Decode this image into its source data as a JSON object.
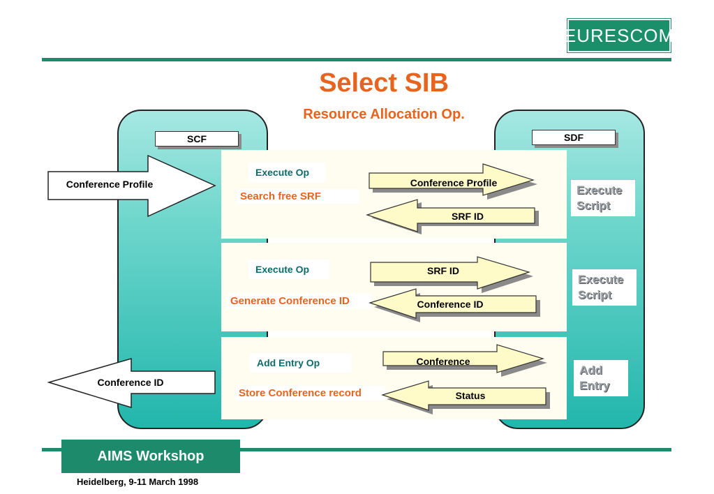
{
  "logo": {
    "text": "EURESCOM"
  },
  "header": {
    "title": "Select SIB",
    "subtitle": "Resource Allocation Op."
  },
  "scf": {
    "label": "SCF"
  },
  "sdf": {
    "label": "SDF"
  },
  "external": {
    "in_label": "Conference Profile",
    "out_label": "Conference ID"
  },
  "bands": [
    {
      "op": "Execute Op",
      "action": "Search free SRF",
      "request": "Conference Profile",
      "response": "SRF ID",
      "sdf_action": "Execute Script"
    },
    {
      "op": "Execute Op",
      "action": "Generate Conference ID",
      "request": "SRF ID",
      "response": "Conference ID",
      "sdf_action": "Execute Script"
    },
    {
      "op": "Add Entry  Op",
      "action": "Store Conference record",
      "request": "Conference",
      "response": "Status",
      "sdf_action": "Add Entry"
    }
  ],
  "footer": {
    "workshop": "AIMS Workshop",
    "location": "Heidelberg, 9-11 March 1998"
  },
  "colors": {
    "accent": "#e8641e",
    "brand_green": "#1e8a6c",
    "pillar": "#6ed6cc",
    "arrow_fill": "#fffbc8"
  }
}
